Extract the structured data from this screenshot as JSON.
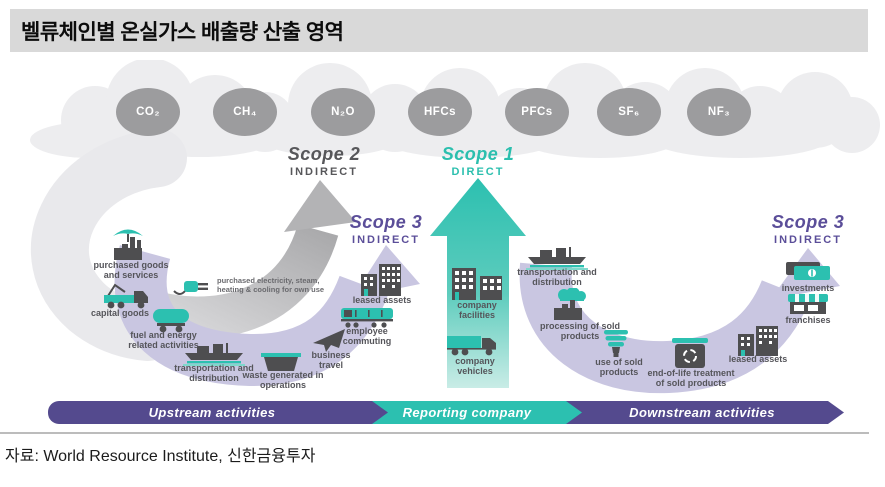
{
  "header": {
    "title": "벨류체인별 온실가스 배출량 산출 영역"
  },
  "footer": {
    "source": "자료: World Resource Institute, 신한금융투자"
  },
  "gases": [
    {
      "label": "CO₂"
    },
    {
      "label": "CH₄"
    },
    {
      "label": "N₂O"
    },
    {
      "label": "HFCs"
    },
    {
      "label": "PFCs"
    },
    {
      "label": "SF₆"
    },
    {
      "label": "NF₃"
    }
  ],
  "scopes": {
    "scope2": {
      "name": "Scope 2",
      "type": "INDIRECT"
    },
    "scope1": {
      "name": "Scope 1",
      "type": "DIRECT"
    },
    "scope3_upstream": {
      "name": "Scope 3",
      "type": "INDIRECT"
    },
    "scope3_downstream": {
      "name": "Scope 3",
      "type": "INDIRECT"
    }
  },
  "upstream": {
    "items": [
      {
        "label": "purchased goods and services",
        "icon": "factory-umbrella-icon"
      },
      {
        "label": "capital goods",
        "icon": "crane-truck-icon"
      },
      {
        "label": "fuel and energy related activities",
        "icon": "tank-wagon-icon"
      },
      {
        "label": "purchased electricity, steam, heating & cooling for own use",
        "icon": "power-plug-icon"
      },
      {
        "label": "transportation and distribution",
        "icon": "cargo-ship-icon"
      },
      {
        "label": "waste generated in operations",
        "icon": "waste-container-icon"
      },
      {
        "label": "business travel",
        "icon": "airplane-icon"
      },
      {
        "label": "employee commuting",
        "icon": "train-icon"
      },
      {
        "label": "leased assets",
        "icon": "office-building-icon"
      }
    ]
  },
  "reporting_company": {
    "items": [
      {
        "label": "company facilities",
        "icon": "buildings-icon"
      },
      {
        "label": "company vehicles",
        "icon": "delivery-truck-icon"
      }
    ]
  },
  "downstream": {
    "items": [
      {
        "label": "transportation and distribution",
        "icon": "cargo-ship-icon"
      },
      {
        "label": "processing of sold products",
        "icon": "factory-cloud-icon"
      },
      {
        "label": "use of sold products",
        "icon": "lightbulb-icon"
      },
      {
        "label": "end-of-life treatment of sold products",
        "icon": "recycle-bin-icon"
      },
      {
        "label": "leased assets",
        "icon": "office-building-icon"
      },
      {
        "label": "franchises",
        "icon": "storefront-icon"
      },
      {
        "label": "investments",
        "icon": "money-bills-icon"
      }
    ]
  },
  "bottom_bar": {
    "upstream_label": "Upstream activities",
    "reporting_label": "Reporting company",
    "downstream_label": "Downstream activities"
  },
  "colors": {
    "teal": "#2cc0b0",
    "purple": "#544a8e",
    "light_purple": "#c9c6e1",
    "arrow_gray": "#b3b3b5",
    "cloud_gray": "#ededef",
    "gas_oval_gray": "#9c9c9e",
    "title_bg": "#d9d9d9",
    "icon_dark": "#4e4e50",
    "label_text": "#55555a"
  }
}
